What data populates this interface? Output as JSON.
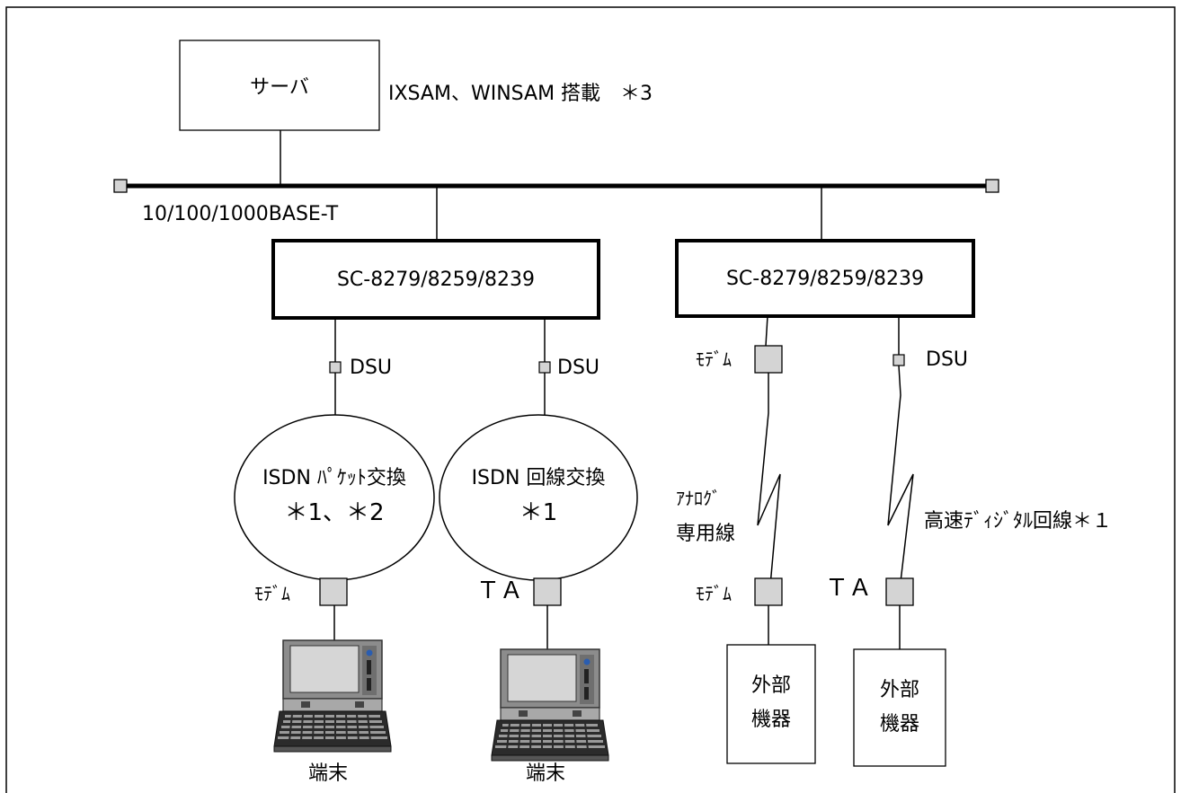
{
  "server": {
    "label": "サーバ",
    "software": "IXSAM、WINSAM 搭載　＊3"
  },
  "lan": {
    "label": "10/100/1000BASE-T"
  },
  "controllers": {
    "left": "SC-8279/8259/8239",
    "right": "SC-8279/8259/8239"
  },
  "dsu": {
    "a": "DSU",
    "b": "DSU",
    "c": "DSU"
  },
  "modem": {
    "top": "ﾓﾃﾞﾑ",
    "bottom_right": "ﾓﾃﾞﾑ",
    "bottom_left": "ﾓﾃﾞﾑ"
  },
  "ta": {
    "middle": "ＴＡ",
    "right": "ＴＡ"
  },
  "networks": {
    "packet": {
      "line1": "ISDN ﾊﾟｹｯﾄ交換",
      "line2": "＊1、＊2"
    },
    "circuit": {
      "line1": "ISDN 回線交換",
      "line2": "＊1"
    }
  },
  "lines": {
    "analog1": "ｱﾅﾛｸﾞ",
    "analog2": "専用線",
    "digital": "高速ﾃﾞｨｼﾞﾀﾙ回線＊１"
  },
  "terminals": {
    "left": "端末",
    "right": "端末"
  },
  "devices": {
    "left": {
      "line1": "外部",
      "line2": "機器"
    },
    "right": {
      "line1": "外部",
      "line2": "機器"
    }
  },
  "icons": [
    "laptop-icon",
    "laptop-icon"
  ]
}
